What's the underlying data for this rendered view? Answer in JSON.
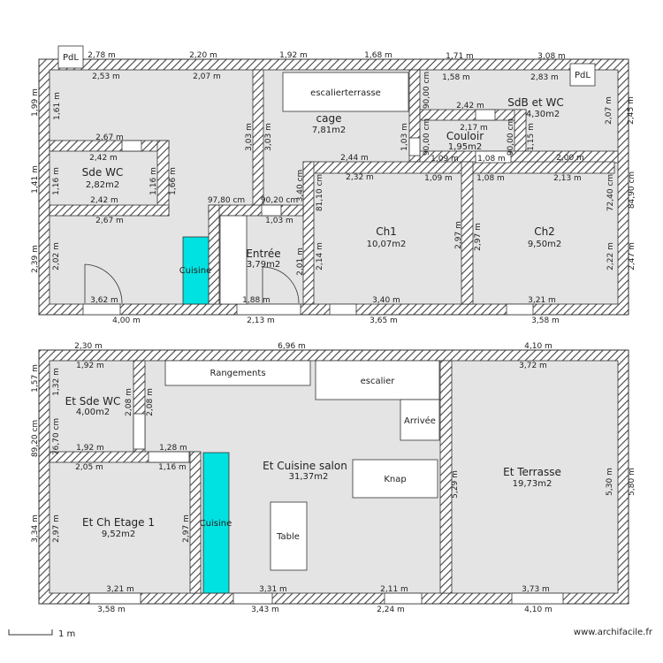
{
  "plan": {
    "ground_floor": {
      "rooms": [
        {
          "name": "cage",
          "area": "7,81m2"
        },
        {
          "name": "SdB et WC",
          "area": "4,30m2"
        },
        {
          "name": "Couloir",
          "area": "1,95m2"
        },
        {
          "name": "Sde WC",
          "area": "2,82m2"
        },
        {
          "name": "Entrée",
          "area": "3,79m2"
        },
        {
          "name": "Ch1",
          "area": "10,07m2"
        },
        {
          "name": "Ch2",
          "area": "9,50m2"
        }
      ],
      "fixtures": {
        "pdl_left": "PdL",
        "pdl_right": "PdL",
        "stairs": "escalierterrasse",
        "kitchen": "Cuisine"
      },
      "dims": [
        "2,78 m",
        "2,20 m",
        "1,92 m",
        "1,68 m",
        "1,71 m",
        "3,08 m",
        "2,53 m",
        "2,07 m",
        "1,58 m",
        "2,83 m",
        "1,99 m",
        "1,61 m",
        "3,03 m",
        "3,03 m",
        "90,00 cm",
        "2,07 m",
        "2,45 m",
        "2,42 m",
        "1,03 m",
        "90,00 cm",
        "2,17 m",
        "90,00 cm",
        "1,15 m",
        "2,67 m",
        "2,42 m",
        "2,44 m",
        "1,09 m",
        "1,08 m",
        "2,00 m",
        "1,41 m",
        "1,16 m",
        "1,16 m",
        "1,66 m",
        "2,32 m",
        "1,09 m",
        "1,08 m",
        "2,13 m",
        "3,40 cm",
        "81,10 cm",
        "72,40 cm",
        "84,90 cm",
        "2,42 m",
        "97,80 cm",
        "90,20 cm",
        "2,67 m",
        "1,03 m",
        "2,39 m",
        "2,02 m",
        "2,01 m",
        "2,14 m",
        "2,97 m",
        "2,97 m",
        "2,22 m",
        "2,47 m",
        "3,62 m",
        "1,88 m",
        "3,40 m",
        "3,21 m",
        "4,00 m",
        "2,13 m",
        "3,65 m",
        "3,58 m"
      ]
    },
    "upper_floor": {
      "rooms": [
        {
          "name": "Et Sde WC",
          "area": "4,00m2"
        },
        {
          "name": "Et Cuisine salon",
          "area": "31,37m2"
        },
        {
          "name": "Et Terrasse",
          "area": "19,73m2"
        },
        {
          "name": "Et Ch Etage 1",
          "area": "9,52m2"
        }
      ],
      "fixtures": {
        "storage": "Rangements",
        "stairs": "escalier",
        "arrival": "Arrivée",
        "knap": "Knap",
        "table": "Table",
        "kitchen": "Cuisine"
      },
      "dims": [
        "2,30 m",
        "6,96 m",
        "4,10 m",
        "1,92 m",
        "3,72 m",
        "1,57 m",
        "1,32 m",
        "2,08 m",
        "2,08 m",
        "89,20 cm",
        "76,70 cm",
        "1,92 m",
        "1,28 m",
        "2,05 m",
        "1,16 m",
        "5,29 m",
        "5,30 m",
        "5,80 m",
        "3,34 m",
        "2,97 m",
        "2,97 m",
        "3,21 m",
        "3,31 m",
        "2,11 m",
        "3,73 m",
        "3,58 m",
        "3,43 m",
        "2,24 m",
        "4,10 m"
      ]
    },
    "scale_label": "1 m",
    "watermark": "www.archifacile.fr"
  }
}
